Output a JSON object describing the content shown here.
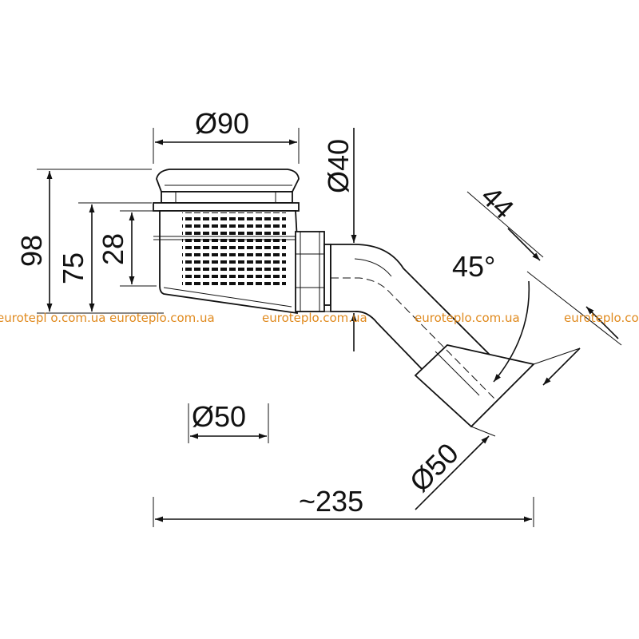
{
  "dimensions": {
    "d90": "Ø90",
    "d40": "Ø40",
    "d44": "44",
    "angle45": "45°",
    "h98": "98",
    "h75": "75",
    "h28": "28",
    "d50_left": "Ø50",
    "d50_right": "Ø50",
    "length235": "~235"
  },
  "watermarks": [
    "eurotepl o.com.ua",
    "euroteplo.com.ua",
    "euroteplo.com.ua",
    "euroteplo.com.ua",
    "euroteplo.com.ua"
  ],
  "colors": {
    "line": "#111111",
    "watermark": "#e08a1e",
    "background": "#ffffff"
  }
}
